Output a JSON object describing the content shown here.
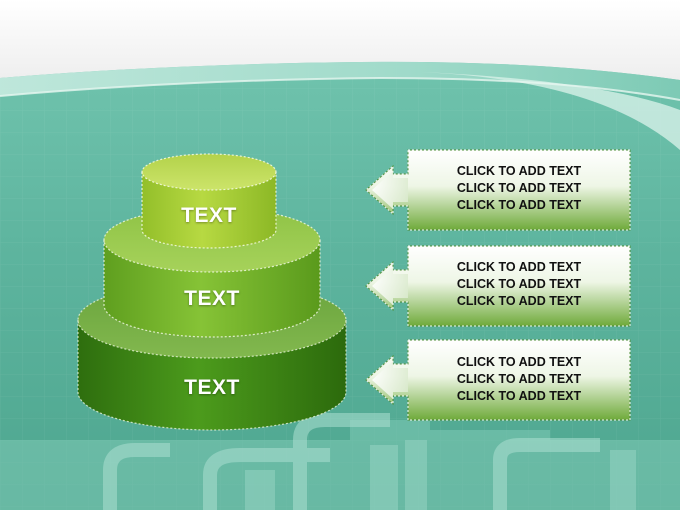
{
  "colors": {
    "background_teal": "#5fb8a2",
    "header_white": "#f4f4f4",
    "tier_top": "#a9cc3a",
    "tier_middle": "#7cbb2c",
    "tier_bottom": "#3f8f18",
    "callout_green": "#6faa3a"
  },
  "pyramid": {
    "tiers": [
      {
        "label": "TEXT"
      },
      {
        "label": "TEXT"
      },
      {
        "label": "TEXT"
      }
    ]
  },
  "callouts": [
    {
      "lines": [
        "CLICK TO ADD TEXT",
        "CLICK TO ADD TEXT",
        "CLICK TO ADD TEXT"
      ],
      "icon": "left-arrow-icon"
    },
    {
      "lines": [
        "CLICK TO ADD TEXT",
        "CLICK TO ADD TEXT",
        "CLICK TO ADD TEXT"
      ],
      "icon": "left-arrow-icon"
    },
    {
      "lines": [
        "CLICK TO ADD TEXT",
        "CLICK TO ADD TEXT",
        "CLICK TO ADD TEXT"
      ],
      "icon": "left-arrow-icon"
    }
  ]
}
